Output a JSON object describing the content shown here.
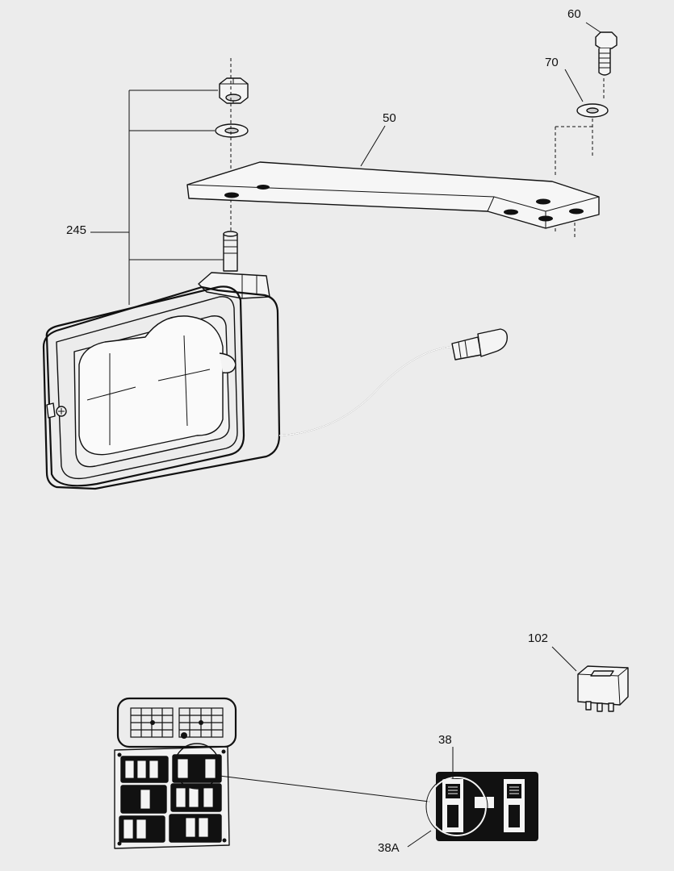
{
  "callouts": [
    {
      "id": "60",
      "label": "60"
    },
    {
      "id": "70",
      "label": "70"
    },
    {
      "id": "50",
      "label": "50"
    },
    {
      "id": "245",
      "label": "245"
    },
    {
      "id": "102",
      "label": "102"
    },
    {
      "id": "38",
      "label": "38"
    },
    {
      "id": "38A",
      "label": "38A"
    }
  ],
  "parts": [
    {
      "name": "hex-nut",
      "callout": "245"
    },
    {
      "name": "flat-washer",
      "callout": "245"
    },
    {
      "name": "mounting-bracket",
      "callout": "50"
    },
    {
      "name": "bolt",
      "callout": "60"
    },
    {
      "name": "lock-washer",
      "callout": "70"
    },
    {
      "name": "work-light",
      "callout": "245"
    },
    {
      "name": "relay",
      "callout": "102"
    },
    {
      "name": "switch-panel",
      "callout": "38"
    },
    {
      "name": "rocker-switch-decal",
      "callout": "38A"
    }
  ]
}
